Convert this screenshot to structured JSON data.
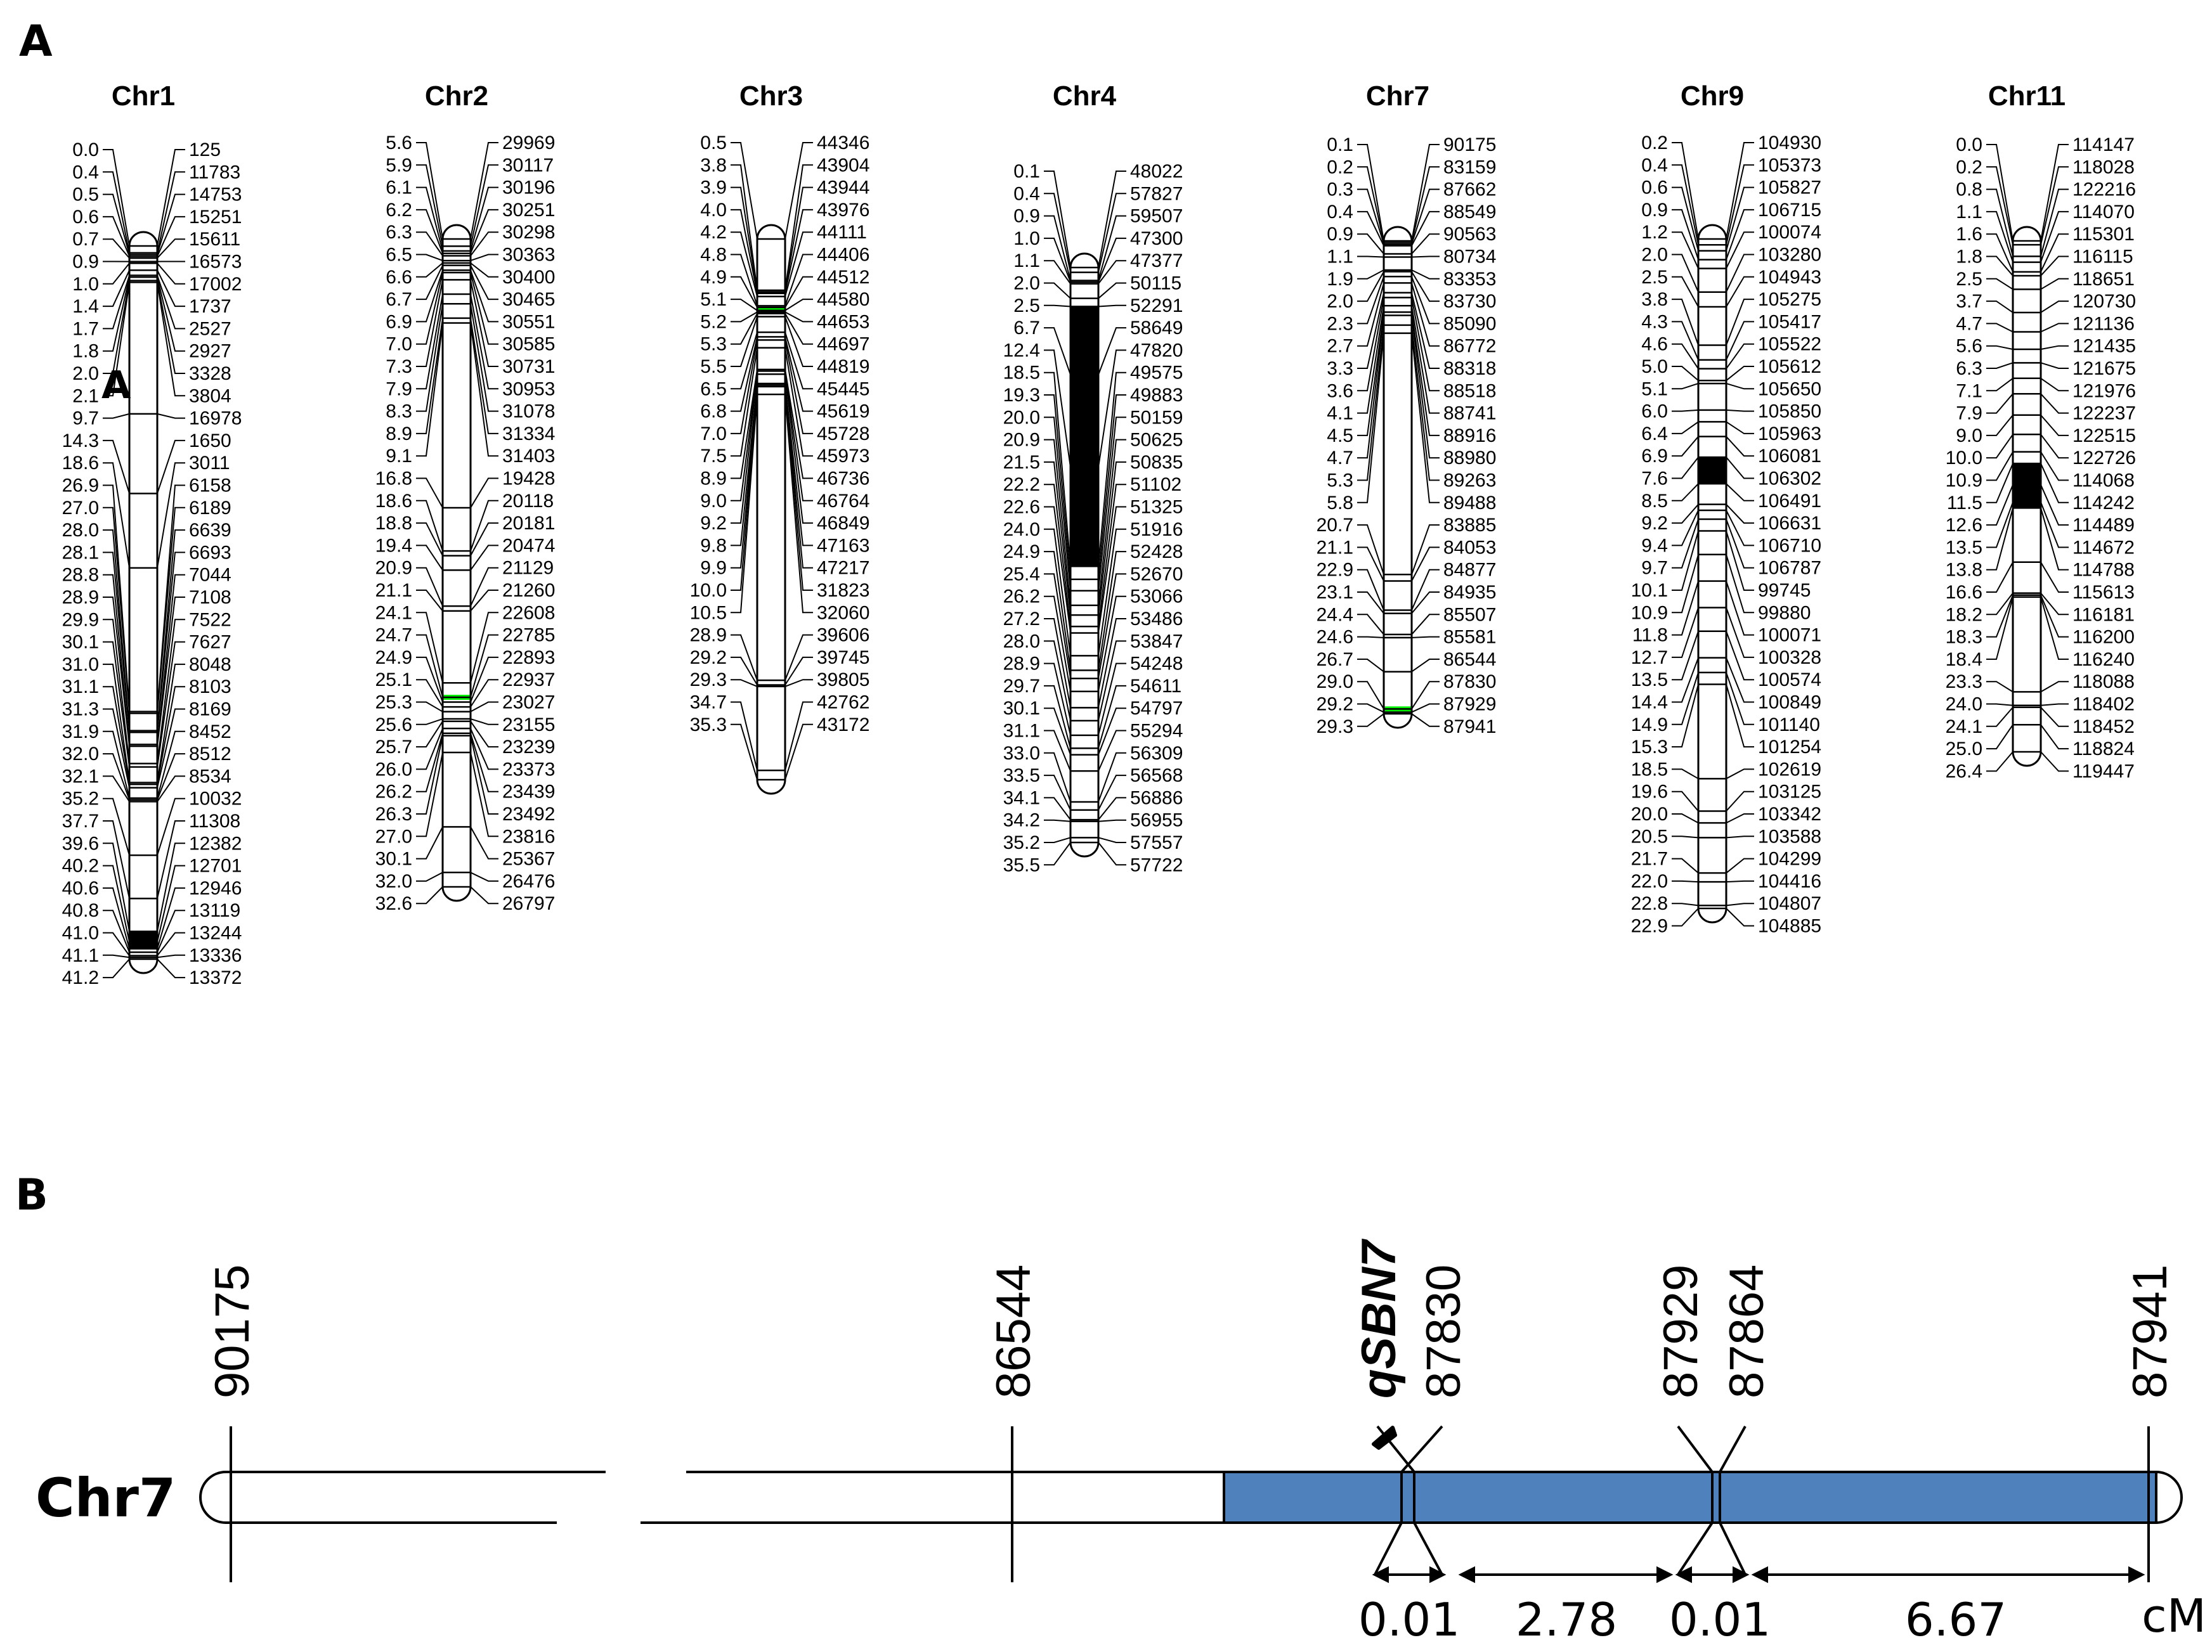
{
  "panel_a": {
    "label": "A",
    "stray_label": "A",
    "chromosomes": [
      {
        "name": "Chr1",
        "positions": [
          "0.0",
          "0.4",
          "0.5",
          "0.6",
          "0.7",
          "0.9",
          "1.0",
          "1.4",
          "1.7",
          "1.8",
          "2.0",
          "2.1",
          "9.7",
          "14.3",
          "18.6",
          "26.9",
          "27.0",
          "28.0",
          "28.1",
          "28.8",
          "28.9",
          "29.9",
          "30.1",
          "31.0",
          "31.1",
          "31.3",
          "31.9",
          "32.0",
          "32.1",
          "35.2",
          "37.7",
          "39.6",
          "40.2",
          "40.6",
          "40.8",
          "41.0",
          "41.1",
          "41.2"
        ],
        "markers": [
          "125",
          "11783",
          "14753",
          "15251",
          "15611",
          "16573",
          "17002",
          "1737",
          "2527",
          "2927",
          "3328",
          "3804",
          "16978",
          "1650",
          "3011",
          "6158",
          "6189",
          "6639",
          "6693",
          "7044",
          "7108",
          "7522",
          "7627",
          "8048",
          "8103",
          "8169",
          "8452",
          "8512",
          "8534",
          "10032",
          "11308",
          "12382",
          "12701",
          "12946",
          "13119",
          "13244",
          "13336",
          "13372"
        ],
        "highlight": {
          "from": 31,
          "to": 33,
          "color": "#000000"
        }
      },
      {
        "name": "Chr2",
        "positions": [
          "5.6",
          "5.9",
          "6.1",
          "6.2",
          "6.3",
          "6.5",
          "6.6",
          "6.7",
          "6.9",
          "7.0",
          "7.3",
          "7.9",
          "8.3",
          "8.9",
          "9.1",
          "16.8",
          "18.6",
          "18.8",
          "19.4",
          "20.9",
          "21.1",
          "24.1",
          "24.7",
          "24.9",
          "25.1",
          "25.3",
          "25.6",
          "25.7",
          "26.0",
          "26.2",
          "26.3",
          "27.0",
          "30.1",
          "32.0",
          "32.6"
        ],
        "markers": [
          "29969",
          "30117",
          "30196",
          "30251",
          "30298",
          "30363",
          "30400",
          "30465",
          "30551",
          "30585",
          "30731",
          "30953",
          "31078",
          "31334",
          "31403",
          "19428",
          "20118",
          "20181",
          "20474",
          "21129",
          "21260",
          "22608",
          "22785",
          "22893",
          "22937",
          "23027",
          "23155",
          "23239",
          "23373",
          "23439",
          "23492",
          "23816",
          "25367",
          "26476",
          "26797"
        ],
        "highlight": {
          "from": 22,
          "to": 23,
          "color": "#00ee00"
        }
      },
      {
        "name": "Chr3",
        "positions": [
          "0.5",
          "3.8",
          "3.9",
          "4.0",
          "4.2",
          "4.8",
          "4.9",
          "5.1",
          "5.2",
          "5.3",
          "5.5",
          "6.5",
          "6.8",
          "7.0",
          "7.5",
          "8.9",
          "9.0",
          "9.2",
          "9.8",
          "9.9",
          "10.0",
          "10.5",
          "28.9",
          "29.2",
          "29.3",
          "34.7",
          "35.3"
        ],
        "markers": [
          "44346",
          "43904",
          "43944",
          "43976",
          "44111",
          "44406",
          "44512",
          "44580",
          "44653",
          "44697",
          "44819",
          "45445",
          "45619",
          "45728",
          "45973",
          "46736",
          "46764",
          "46849",
          "47163",
          "47217",
          "31823",
          "32060",
          "39606",
          "39745",
          "39805",
          "42762",
          "43172"
        ],
        "highlight": {
          "from": 7,
          "to": 7,
          "color": "#00ee00"
        }
      },
      {
        "name": "Chr4",
        "positions": [
          "0.1",
          "0.4",
          "0.9",
          "1.0",
          "1.1",
          "2.0",
          "2.5",
          "6.7",
          "12.4",
          "18.5",
          "19.3",
          "20.0",
          "20.9",
          "21.5",
          "22.2",
          "22.6",
          "24.0",
          "24.9",
          "25.4",
          "26.2",
          "27.2",
          "28.0",
          "28.9",
          "29.7",
          "30.1",
          "31.1",
          "33.0",
          "33.5",
          "34.1",
          "34.2",
          "35.2",
          "35.5"
        ],
        "markers": [
          "48022",
          "57827",
          "59507",
          "47300",
          "47377",
          "50115",
          "52291",
          "58649",
          "47820",
          "49575",
          "49883",
          "50159",
          "50625",
          "50835",
          "51102",
          "51325",
          "51916",
          "52428",
          "52670",
          "53066",
          "53486",
          "53847",
          "54248",
          "54611",
          "54797",
          "55294",
          "56309",
          "56568",
          "56886",
          "56955",
          "57557",
          "57722"
        ],
        "highlight": {
          "from": 6,
          "to": 9,
          "color": "#000000"
        }
      },
      {
        "name": "Chr7",
        "positions": [
          "0.1",
          "0.2",
          "0.3",
          "0.4",
          "0.9",
          "1.1",
          "1.9",
          "2.0",
          "2.3",
          "2.7",
          "3.3",
          "3.6",
          "4.1",
          "4.5",
          "4.7",
          "5.3",
          "5.8",
          "20.7",
          "21.1",
          "22.9",
          "23.1",
          "24.4",
          "24.6",
          "26.7",
          "29.0",
          "29.2",
          "29.3"
        ],
        "markers": [
          "90175",
          "83159",
          "87662",
          "88549",
          "90563",
          "80734",
          "83353",
          "83730",
          "85090",
          "86772",
          "88318",
          "88518",
          "88741",
          "88916",
          "88980",
          "89263",
          "89488",
          "83885",
          "84053",
          "84877",
          "84935",
          "85507",
          "85581",
          "86544",
          "87830",
          "87929",
          "87941"
        ],
        "highlight": {
          "from": 24,
          "to": 26,
          "color": "#00ee00"
        }
      },
      {
        "name": "Chr9",
        "positions": [
          "0.2",
          "0.4",
          "0.6",
          "0.9",
          "1.2",
          "2.0",
          "2.5",
          "3.8",
          "4.3",
          "4.6",
          "5.0",
          "5.1",
          "6.0",
          "6.4",
          "6.9",
          "7.6",
          "8.5",
          "9.2",
          "9.4",
          "9.7",
          "10.1",
          "10.9",
          "11.8",
          "12.7",
          "13.5",
          "14.4",
          "14.9",
          "15.3",
          "18.5",
          "19.6",
          "20.0",
          "20.5",
          "21.7",
          "22.0",
          "22.8",
          "22.9"
        ],
        "markers": [
          "104930",
          "105373",
          "105827",
          "106715",
          "100074",
          "103280",
          "104943",
          "105275",
          "105417",
          "105522",
          "105612",
          "105650",
          "105850",
          "105963",
          "106081",
          "106302",
          "106491",
          "106631",
          "106710",
          "106787",
          "99745",
          "99880",
          "100071",
          "100328",
          "100574",
          "100849",
          "101140",
          "101254",
          "102619",
          "103125",
          "103342",
          "103588",
          "104299",
          "104416",
          "104807",
          "104885"
        ],
        "highlight": {
          "from": 15,
          "to": 16,
          "color": "#000000"
        }
      },
      {
        "name": "Chr11",
        "positions": [
          "0.0",
          "0.2",
          "0.8",
          "1.1",
          "1.6",
          "1.8",
          "2.5",
          "3.7",
          "4.7",
          "5.6",
          "6.3",
          "7.1",
          "7.9",
          "9.0",
          "10.0",
          "10.9",
          "11.5",
          "12.6",
          "13.5",
          "13.8",
          "16.6",
          "18.2",
          "18.3",
          "18.4",
          "23.3",
          "24.0",
          "24.1",
          "25.0",
          "26.4"
        ],
        "markers": [
          "114147",
          "118028",
          "122216",
          "114070",
          "115301",
          "116115",
          "118651",
          "120730",
          "121136",
          "121435",
          "121675",
          "121976",
          "122237",
          "122515",
          "122726",
          "114068",
          "114242",
          "114489",
          "114672",
          "114788",
          "115613",
          "116181",
          "116200",
          "116240",
          "118088",
          "118402",
          "118452",
          "118824",
          "119447"
        ],
        "highlight": {
          "from": 16,
          "to": 19,
          "color": "#000000"
        }
      }
    ]
  },
  "panel_b": {
    "label": "B",
    "chromosome_label": "Chr7",
    "qtl_name": "qSBN7",
    "markers": [
      "90175",
      "86544",
      "87830",
      "87929",
      "87864",
      "87941"
    ],
    "distances": [
      "0.01",
      "2.78",
      "0.01",
      "6.67"
    ],
    "unit": "cM",
    "colors": {
      "qtl_region": "#4f81bd",
      "outline": "#000000"
    }
  }
}
